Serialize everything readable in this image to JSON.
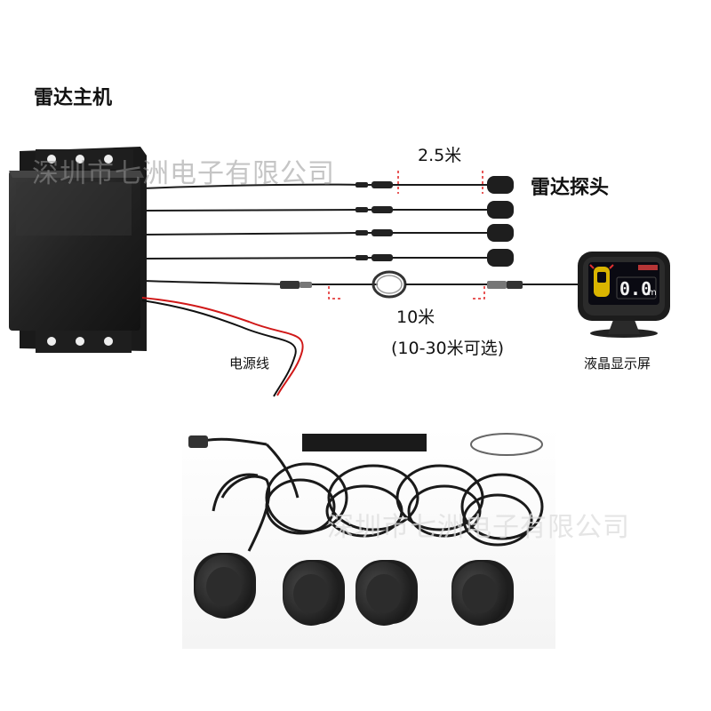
{
  "labels": {
    "host_unit": "雷达主机",
    "sensor": "雷达探头",
    "sensor_cable_length": "2.5米",
    "display_cable_length": "10米",
    "display_cable_options": "(10-30米可选)",
    "power_cable": "电源线",
    "lcd_display": "液晶显示屏"
  },
  "lcd": {
    "reading": "0.0",
    "unit": "m"
  },
  "watermark": "深圳市七洲电子有限公司",
  "colors": {
    "unit_body": "#2a2a2a",
    "cable": "#1a1a1a",
    "power_wire": "#d01818",
    "dimension_marker": "#e02020",
    "lcd_bezel": "#1c1c1c",
    "lcd_screen": "#0a0a12"
  }
}
